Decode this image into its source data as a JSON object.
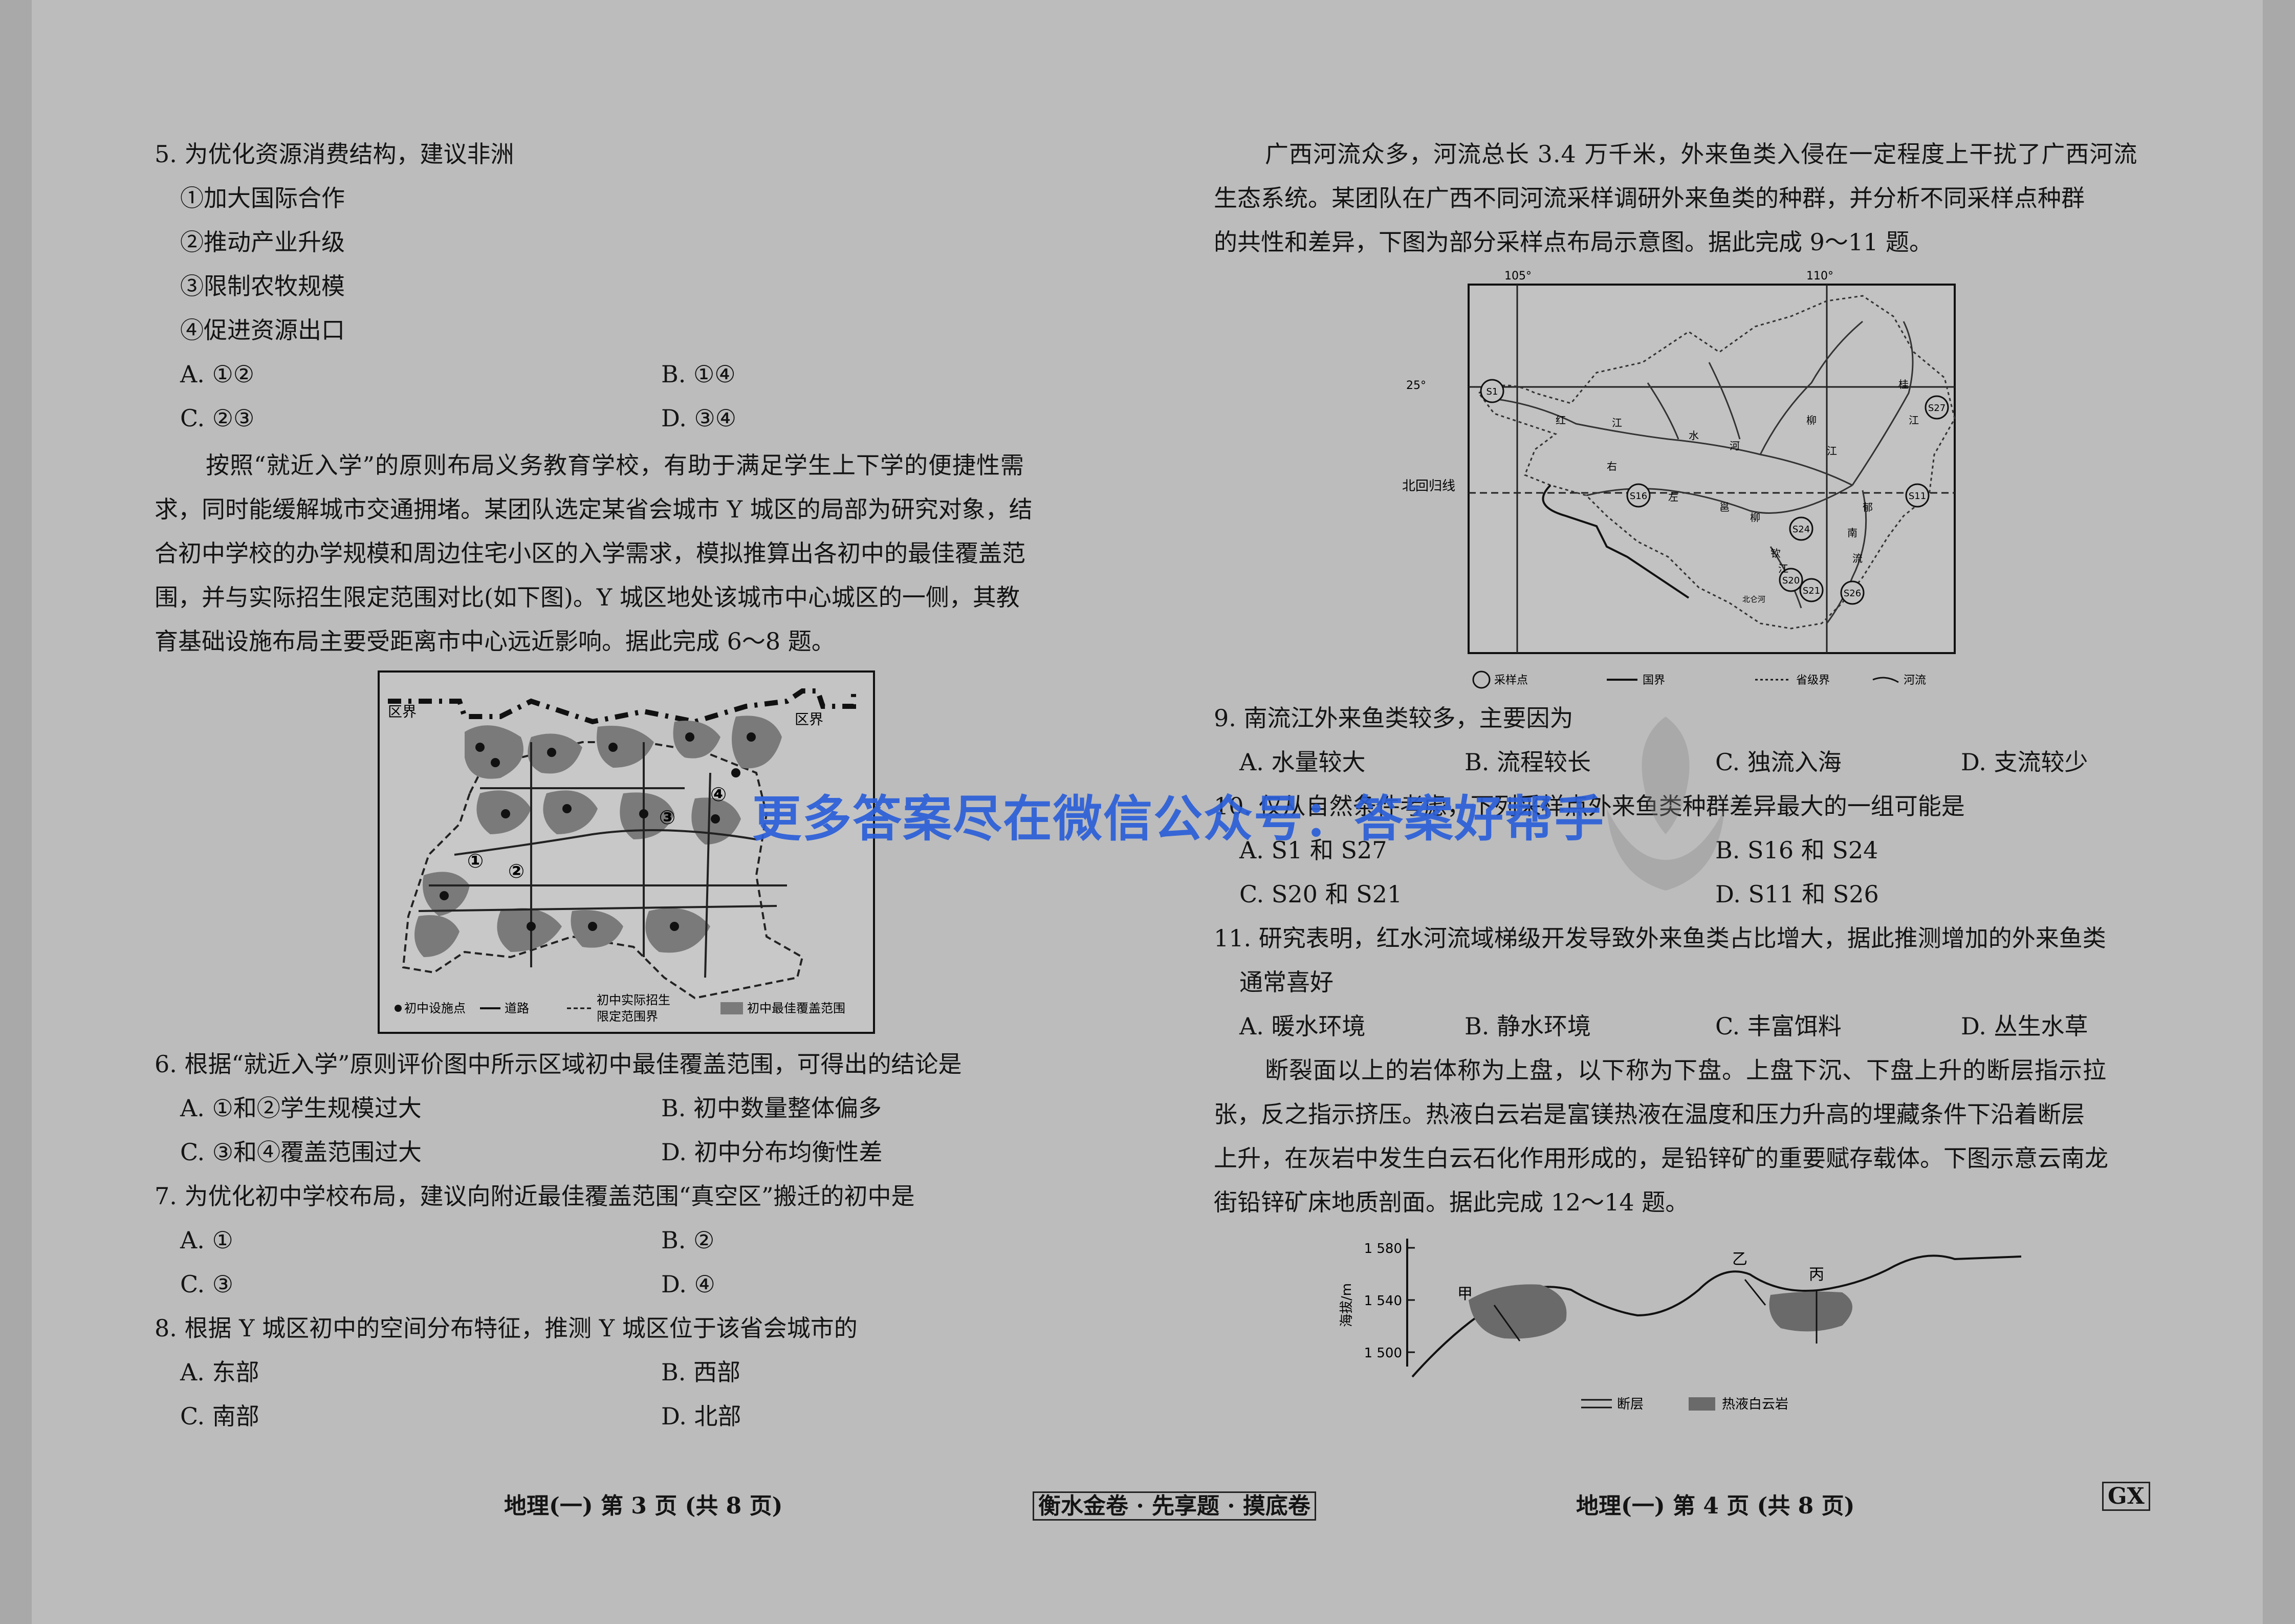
{
  "left": {
    "q5": {
      "stem": "5. 为优化资源消费结构，建议非洲",
      "items": [
        "①加大国际合作",
        "②推动产业升级",
        "③限制农牧规模",
        "④促进资源出口"
      ],
      "options": [
        "A. ①②",
        "B. ①④",
        "C. ②③",
        "D. ③④"
      ]
    },
    "intro_6_8": [
      "按照“就近入学”的原则布局义务教育学校，有助于满足学生上下学的便捷性需",
      "求，同时能缓解城市交通拥堵。某团队选定某省会城市 Y 城区的局部为研究对象，结",
      "合初中学校的办学规模和周边住宅小区的入学需求，模拟推算出各初中的最佳覆盖范",
      "围，并与实际招生限定范围对比(如下图)。Y 城区地处该城市中心城区的一侧，其教",
      "育基础设施布局主要受距离市中心远近影响。据此完成 6～8 题。"
    ],
    "map1": {
      "district_border_left": "区界",
      "district_border_right": "区界",
      "school_markers": [
        "①",
        "②",
        "③",
        "④"
      ],
      "legend": [
        "初中设施点",
        "道路",
        "初中实际招生",
        "限定范围界",
        "初中最佳覆盖范围"
      ]
    },
    "q6": {
      "stem": "6. 根据“就近入学”原则评价图中所示区域初中最佳覆盖范围，可得出的结论是",
      "options": [
        "A. ①和②学生规模过大",
        "B. 初中数量整体偏多",
        "C. ③和④覆盖范围过大",
        "D. 初中分布均衡性差"
      ]
    },
    "q7": {
      "stem": "7. 为优化初中学校布局，建议向附近最佳覆盖范围“真空区”搬迁的初中是",
      "options": [
        "A. ①",
        "B. ②",
        "C. ③",
        "D. ④"
      ]
    },
    "q8": {
      "stem": "8. 根据 Y 城区初中的空间分布特征，推测 Y 城区位于该省会城市的",
      "options": [
        "A. 东部",
        "B. 西部",
        "C. 南部",
        "D. 北部"
      ]
    },
    "footer": "地理(一) 第 3 页 (共 8 页)"
  },
  "center_footer": "衡水金卷 · 先享题 · 摸底卷",
  "right": {
    "intro_9_11": [
      "广西河流众多，河流总长 3.4 万千米，外来鱼类入侵在一定程度上干扰了广西河流",
      "生态系统。某团队在广西不同河流采样调研外来鱼类的种群，并分析不同采样点种群",
      "的共性和差异，下图为部分采样点布局示意图。据此完成 9～11 题。"
    ],
    "map2": {
      "lon_labels": [
        "105°",
        "110°"
      ],
      "lat_label": "25°",
      "tropic_label": "北回归线",
      "stations": [
        "S1",
        "S27",
        "S16",
        "S11",
        "S24",
        "S20",
        "S26",
        "S21"
      ],
      "rivers": [
        "红",
        "水",
        "河",
        "右",
        "江",
        "左",
        "邕",
        "郁",
        "桂",
        "江",
        "柳",
        "江",
        "南",
        "流",
        "江",
        "钦",
        "江"
      ],
      "city": "北仑河",
      "legend": [
        "采样点",
        "国界",
        "省级界",
        "河流"
      ]
    },
    "q9": {
      "stem": "9. 南流江外来鱼类较多，主要因为",
      "options": [
        "A. 水量较大",
        "B. 流程较长",
        "C. 独流入海",
        "D. 支流较少"
      ]
    },
    "q10": {
      "stem": "10. 仅从自然条件考虑，下列采样点外来鱼类种群差异最大的一组可能是",
      "options": [
        "A. S1 和 S27",
        "B. S16 和 S24",
        "C. S20 和 S21",
        "D. S11 和 S26"
      ]
    },
    "q11": {
      "stem": "11. 研究表明，红水河流域梯级开发导致外来鱼类占比增大，据此推测增加的外来鱼类",
      "stem2": "通常喜好",
      "options": [
        "A. 暖水环境",
        "B. 静水环境",
        "C. 丰富饵料",
        "D. 丛生水草"
      ]
    },
    "intro_12_14": [
      "断裂面以上的岩体称为上盘，以下称为下盘。上盘下沉、下盘上升的断层指示拉",
      "张，反之指示挤压。热液白云岩是富镁热液在温度和压力升高的埋藏条件下沿着断层",
      "上升，在灰岩中发生白云石化作用形成的，是铅锌矿的重要赋存载体。下图示意云南龙",
      "街铅锌矿床地质剖面。据此完成 12～14 题。"
    ],
    "profile": {
      "ylabel": "海拔/m",
      "ticks": [
        "1 580",
        "1 540",
        "1 500"
      ],
      "points": [
        "甲",
        "乙",
        "丙"
      ],
      "legend": [
        "断层",
        "热液白云岩"
      ]
    },
    "footer": "地理(一) 第 4 页 (共 8 页)",
    "code": "GX"
  },
  "watermark": "更多答案尽在微信公众号：答案好帮手"
}
